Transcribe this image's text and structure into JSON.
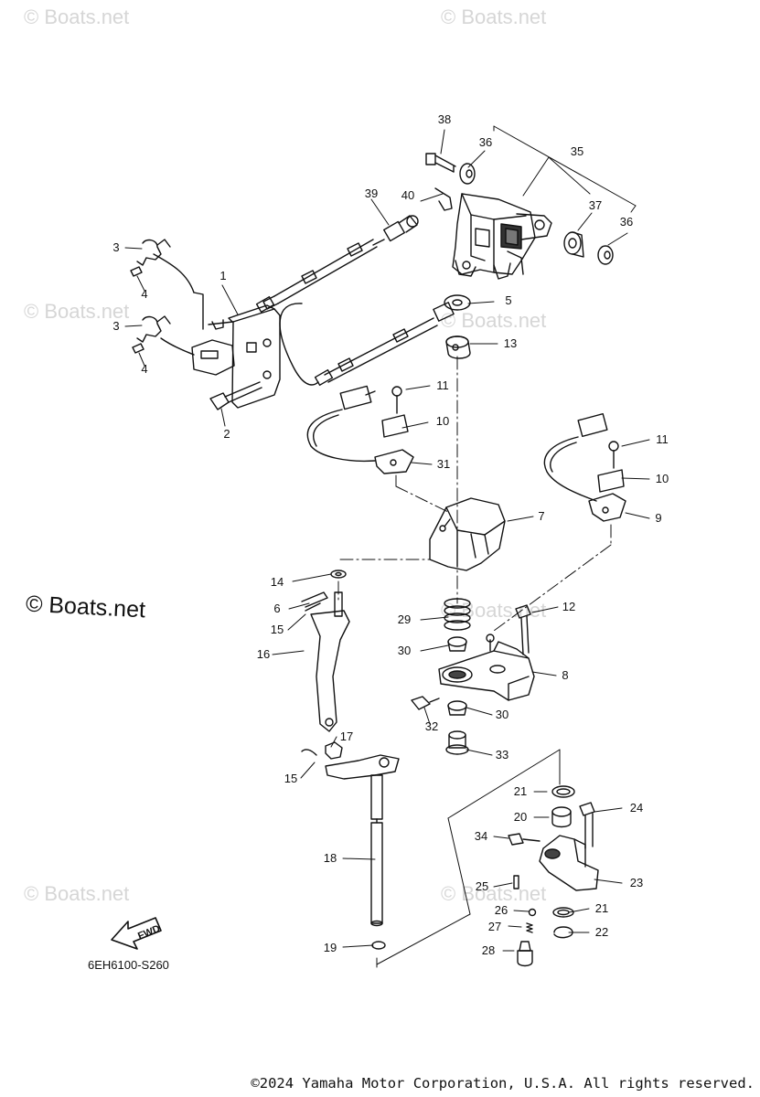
{
  "watermark": {
    "small": "© Boats.net",
    "large": "© Boats.net"
  },
  "diagram_code": "6EH6100-S260",
  "fwd_label": "FWD",
  "copyright": "©2024 Yamaha Motor Corporation, U.S.A. All rights reserved.",
  "callouts": [
    "1",
    "2",
    "3",
    "3",
    "4",
    "4",
    "5",
    "6",
    "7",
    "8",
    "9",
    "10",
    "10",
    "11",
    "11",
    "12",
    "13",
    "14",
    "15",
    "15",
    "16",
    "17",
    "18",
    "19",
    "20",
    "21",
    "21",
    "22",
    "23",
    "24",
    "25",
    "26",
    "27",
    "28",
    "29",
    "30",
    "30",
    "31",
    "32",
    "33",
    "34",
    "35",
    "36",
    "36",
    "37",
    "38",
    "39",
    "40"
  ]
}
